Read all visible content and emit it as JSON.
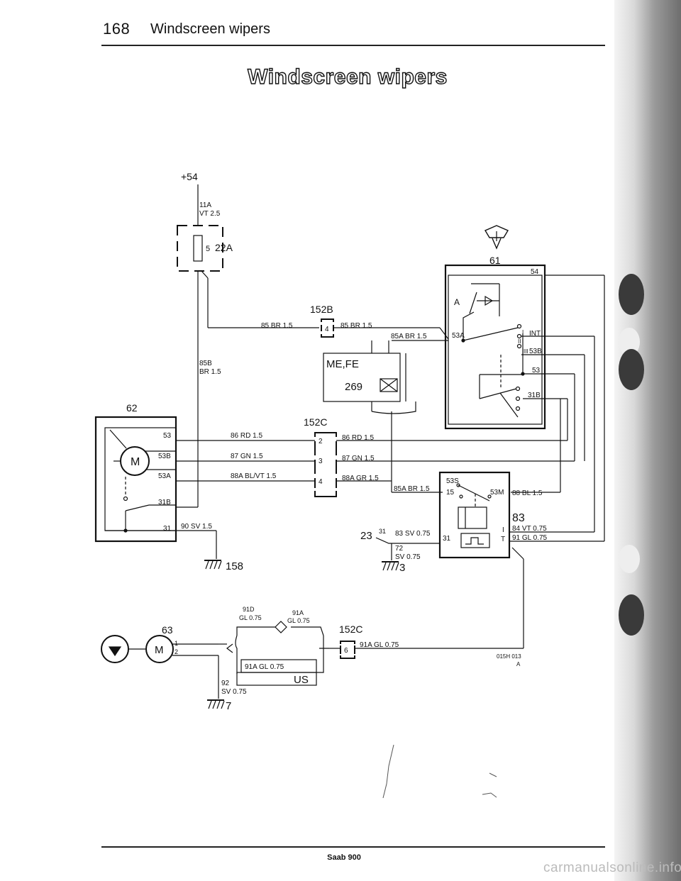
{
  "header": {
    "page_number": "168",
    "section_title": "Windscreen wipers"
  },
  "title": "Windscreen wipers",
  "footer": {
    "model": "Saab 900",
    "watermark": "carmanualsonline.info"
  },
  "diagram": {
    "supply": {
      "terminal": "+54",
      "wire_id": "11A",
      "wire_spec": "VT 2.5"
    },
    "fuse": {
      "number": "5",
      "id": "22A"
    },
    "wire_85b": {
      "id": "85B",
      "spec": "BR 1.5"
    },
    "wires": {
      "w85_left": "85 BR 1.5",
      "w85_right": "85 BR 1.5",
      "w85a_top": "85A BR 1.5",
      "w86_left": "86 RD 1.5",
      "w86_right": "86 RD 1.5",
      "w87_left": "87 GN 1.5",
      "w87_right": "87 GN 1.5",
      "w88a_left": "88A BL/VT 1.5",
      "w88a_right": "88A GR 1.5",
      "w85a_bottom": "85A BR 1.5",
      "w90": "90 SV 1.5",
      "w83": "83 SV 0.75",
      "w72_id": "72",
      "w72_spec": "SV 0.75",
      "w88": "88 BL 1.5",
      "w84": "84 VT 0.75",
      "w91": "91 GL 0.75",
      "w91d_id": "91D",
      "w91d_spec": "GL 0.75",
      "w91a_id": "91A",
      "w91a_spec": "GL 0.75",
      "w91a_box": "91A GL 0.75",
      "w91a_right": "91A GL 0.75",
      "w92_id": "92",
      "w92_spec": "SV 0.75"
    },
    "connectors": {
      "c152b": {
        "id": "152B",
        "pin": "4"
      },
      "c152c": {
        "id": "152C",
        "pins": [
          "2",
          "3",
          "4"
        ]
      },
      "c152c_lower": {
        "id": "152C",
        "pin": "6"
      }
    },
    "relay_block": {
      "label": "ME,FE",
      "id": "269"
    },
    "switch_61": {
      "id": "61",
      "pos_a": "A",
      "terminals": [
        "54",
        "53A",
        "INT",
        "53B",
        "53",
        "31B"
      ],
      "positions": [
        "I",
        "II",
        "III"
      ]
    },
    "motor_62": {
      "id": "62",
      "symbol": "M",
      "terminals": [
        "53",
        "53B",
        "53A",
        "31B",
        "31"
      ]
    },
    "relay_83": {
      "id": "83",
      "terminals": [
        "53S",
        "15",
        "53M",
        "31",
        "I",
        "T"
      ]
    },
    "grounds": [
      "158",
      "3",
      "7"
    ],
    "ground_23": {
      "id": "23",
      "terminal": "31"
    },
    "motor_63": {
      "id": "63",
      "symbol": "M",
      "terminals": [
        "1",
        "2"
      ]
    },
    "us_box": "US",
    "ref_code": "015H 013",
    "ref_sub": "A"
  }
}
